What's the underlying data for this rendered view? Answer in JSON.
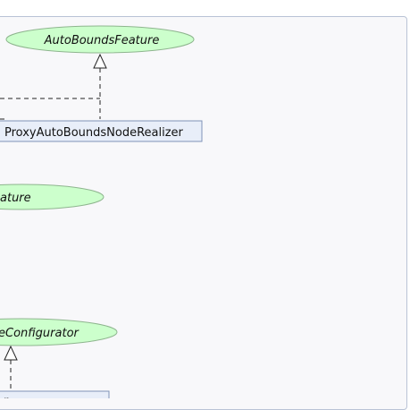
{
  "nodes": {
    "auto_bounds_feature": "AutoBoundsFeature",
    "proxy_realizer": "ProxyAutoBoundsNodeRealizer",
    "feature_partial": "ature",
    "configurator_partial": "eConfigurator",
    "bottom_class_partial": "r"
  },
  "colors": {
    "interface_fill": "#ccffcc",
    "class_fill": "#e8eef9",
    "panel_background": "#f8f8fa"
  }
}
